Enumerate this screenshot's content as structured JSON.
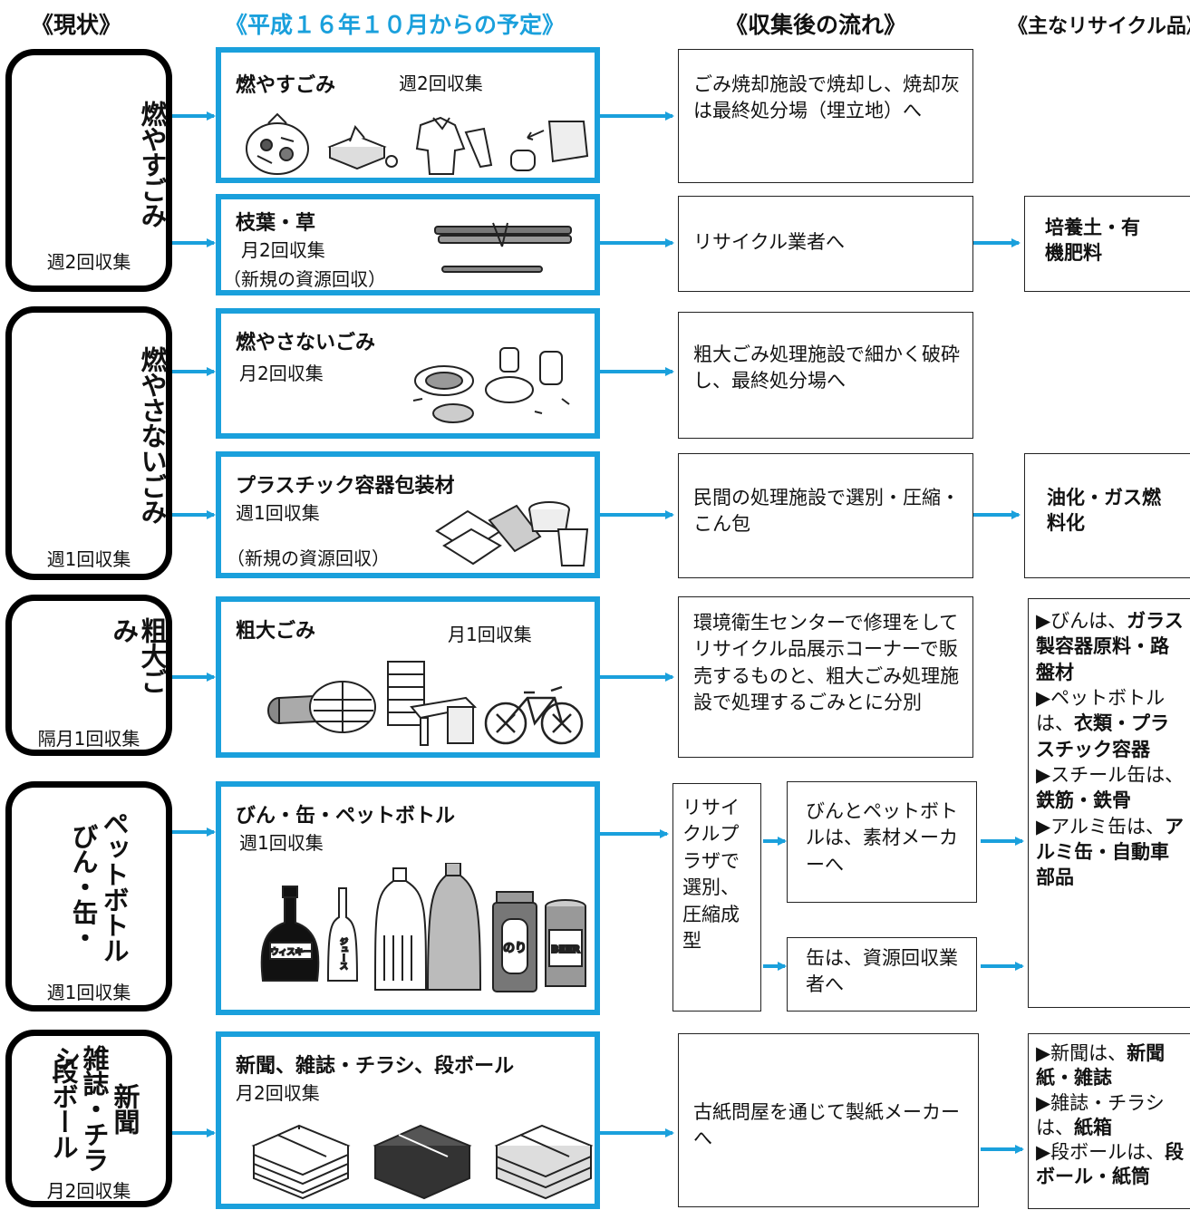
{
  "headers": {
    "current": "《現状》",
    "planned": "《平成１６年１０月からの予定》",
    "flow": "《収集後の流れ》",
    "recycle": "《主なリサイクル品》"
  },
  "current": [
    {
      "label": "燃やすごみ",
      "freq": "週2回収集"
    },
    {
      "label": "燃やさないごみ",
      "freq": "週1回収集"
    },
    {
      "label": "粗大ごみ",
      "freq": "隔月1回収集"
    },
    {
      "label": "びん・缶・ペットボトル",
      "col1": "ペットボトル",
      "col2": "びん・缶・",
      "freq": "週1回収集"
    },
    {
      "label": "新聞・雑誌・チラシ・段ボール",
      "col1": "新聞",
      "col2": "雑誌・チラシ",
      "col3": "段ボール",
      "freq": "月2回収集"
    }
  ],
  "planned": [
    {
      "title": "燃やすごみ",
      "freq": "週2回収集",
      "icons": [
        "garbage-bag",
        "tissue-box",
        "clothes",
        "diaper"
      ]
    },
    {
      "title": "枝葉・草",
      "freq": "月2回収集",
      "note": "（新規の資源回収）",
      "icons": [
        "branches"
      ]
    },
    {
      "title": "燃やさないごみ",
      "freq": "月2回収集",
      "icons": [
        "broken-dishes"
      ]
    },
    {
      "title": "プラスチック容器包装材",
      "freq": "週1回収集",
      "note": "（新規の資源回収）",
      "icons": [
        "plastic-trays",
        "cup-noodle"
      ]
    },
    {
      "title": "粗大ごみ",
      "freq": "月1回収集",
      "icons": [
        "futon",
        "desk",
        "bicycle"
      ]
    },
    {
      "title": "びん・缶・ペットボトル",
      "freq": "週1回収集",
      "icons": [
        "whiskey-bottle",
        "juice-bottle",
        "pet-bottle",
        "spray-can",
        "beer-can"
      ],
      "icon_text": [
        "ウィスキー",
        "ジュース",
        "のり",
        "BEER"
      ]
    },
    {
      "title": "新聞、雑誌・チラシ、段ボール",
      "freq": "月2回収集",
      "icons": [
        "newspaper-bundle",
        "magazine-bundle",
        "cardboard-bundle"
      ]
    }
  ],
  "flow": {
    "burnable": "ごみ焼却施設で焼却し、焼却灰は最終処分場（埋立地）へ",
    "branches": "リサイクル業者へ",
    "nonburnable": "粗大ごみ処理施設で細かく破砕し、最終処分場へ",
    "plastic": "民間の処理施設で選別・圧縮・こん包",
    "bulky": "環境衛生センターで修理をしてリサイクル品展示コーナーで販売するものと、粗大ごみ処理施設で処理するごみとに分別",
    "plaza": "リサイクルプラザで選別、圧縮成型",
    "bottles": "びんとペットボトルは、素材メーカーへ",
    "cans": "缶は、資源回収業者へ",
    "paper": "古紙問屋を通じて製紙メーカーへ"
  },
  "recycle": {
    "branches": "培養土・有機肥料",
    "plastic": "油化・ガス燃料化",
    "bottles": [
      {
        "pre": "▶びんは、",
        "bold": "ガラス製容器原料・路盤材"
      },
      {
        "pre": "▶ペットボトルは、",
        "bold": "衣類・プラスチック容器"
      },
      {
        "pre": "▶スチール缶は、",
        "bold": "鉄筋・鉄骨"
      },
      {
        "pre": "▶アルミ缶は、",
        "bold": "アルミ缶・自動車部品"
      }
    ],
    "paper": [
      {
        "pre": "▶新聞は、",
        "bold": "新聞紙・雑誌"
      },
      {
        "pre": "▶雑誌・チラシは、",
        "bold": "紙箱"
      },
      {
        "pre": "▶段ボールは、",
        "bold": "段ボール・紙筒"
      }
    ]
  },
  "colors": {
    "accent": "#1aa0dc",
    "text": "#111111",
    "box_border": "#000000"
  }
}
